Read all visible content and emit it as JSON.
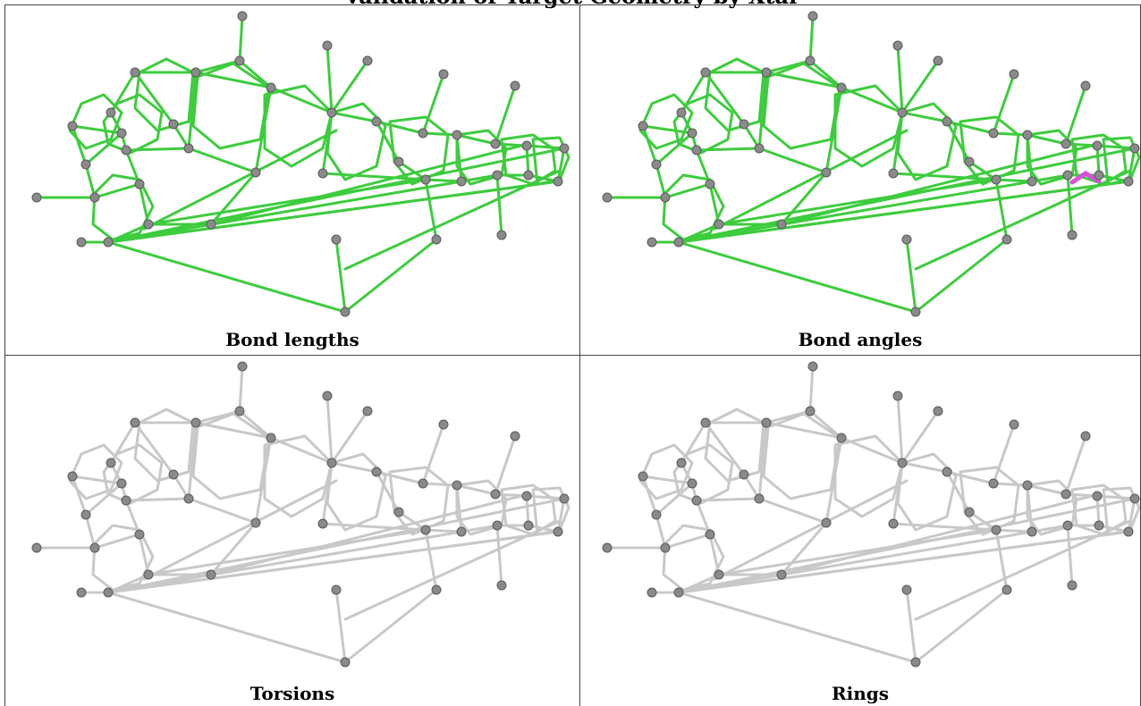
{
  "title": "Validation of Target Geometry by Xtal",
  "panels": [
    {
      "caption": "Bond lengths",
      "bond_color": "#3dcc3d",
      "highlight": null
    },
    {
      "caption": "Bond angles",
      "bond_color": "#3dcc3d",
      "highlight": "#d94fd9"
    },
    {
      "caption": "Torsions",
      "bond_color": "#c8c8c8",
      "highlight": null
    },
    {
      "caption": "Rings",
      "bond_color": "#c8c8c8",
      "highlight": null
    }
  ],
  "atom_color": "#8a8a8a"
}
